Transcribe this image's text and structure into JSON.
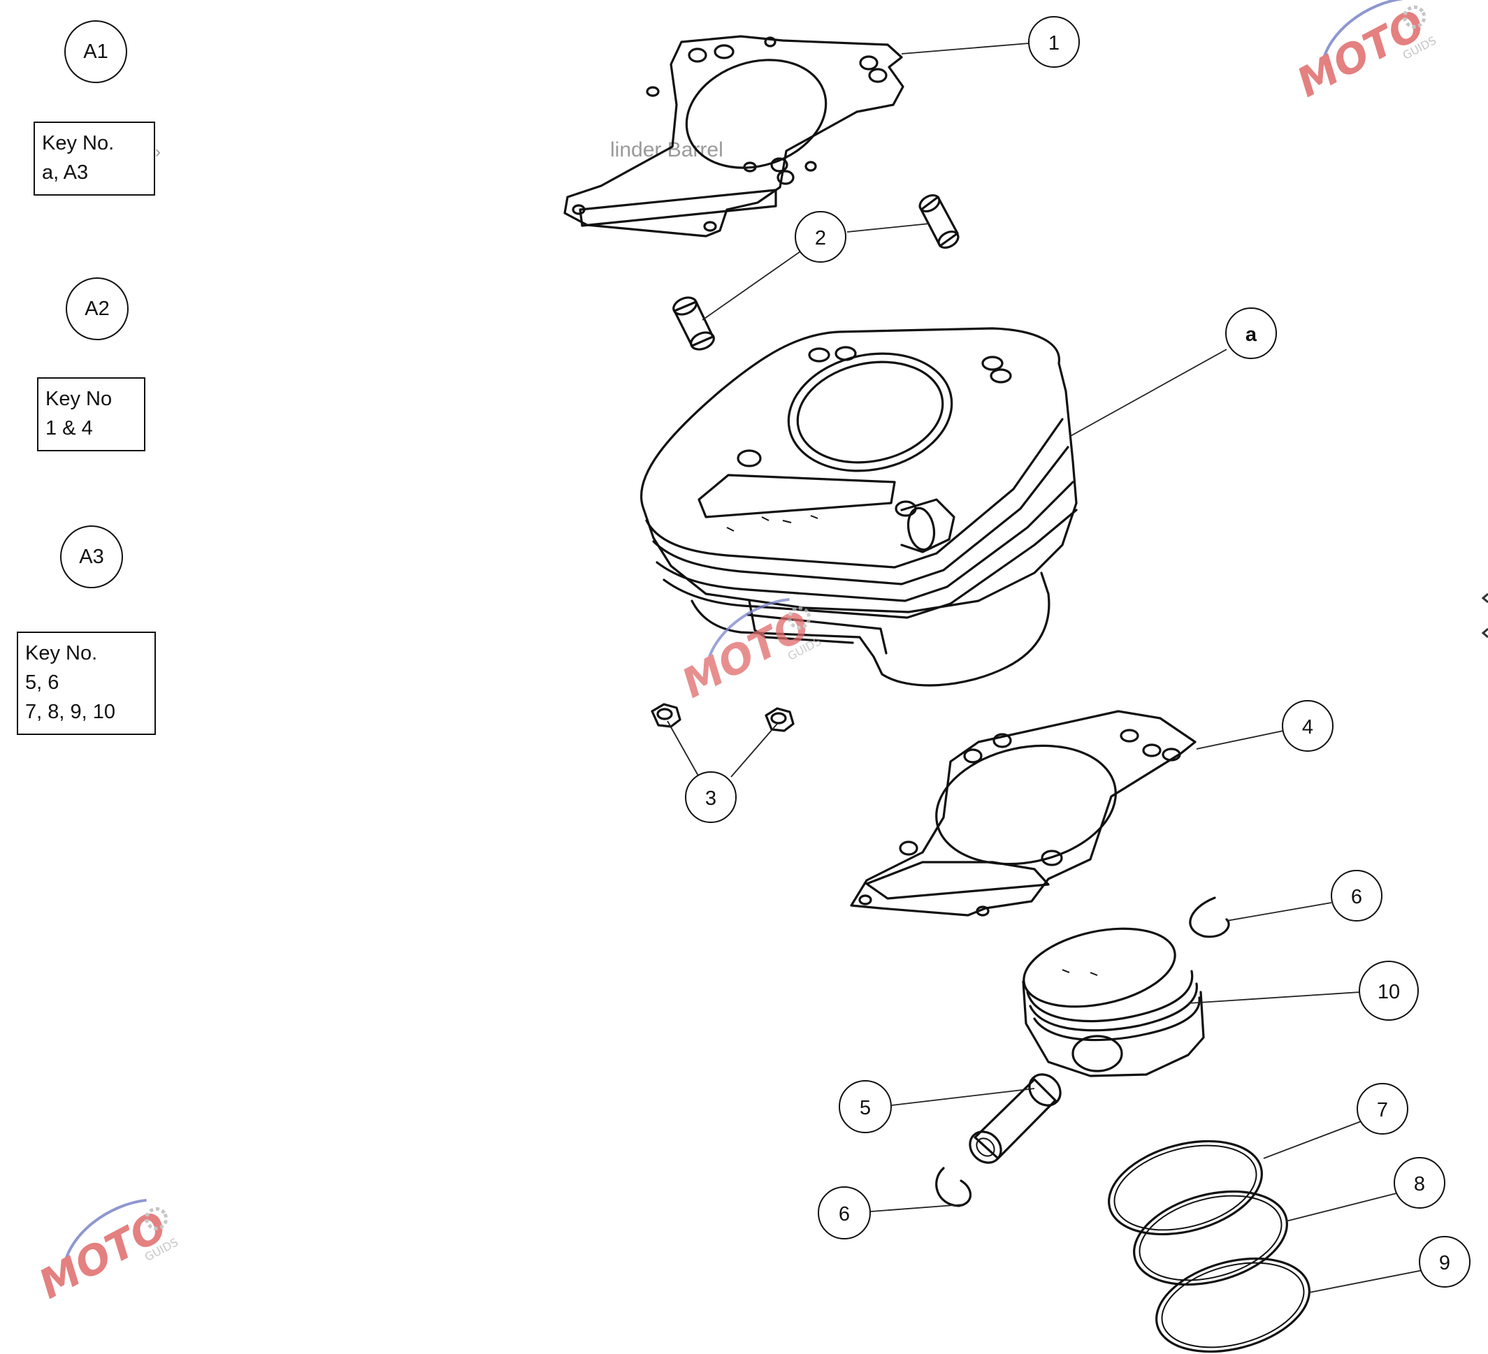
{
  "groups": [
    {
      "badge": "A1",
      "key_lines": [
        "Key No.",
        "a, A3"
      ]
    },
    {
      "badge": "A2",
      "key_lines": [
        "Key No",
        "1 & 4"
      ]
    },
    {
      "badge": "A3",
      "key_lines": [
        "Key No.",
        "5, 6",
        "7, 8, 9, 10"
      ]
    }
  ],
  "ghost_label": "linder Barrel",
  "callouts": [
    "1",
    "2",
    "a",
    "3",
    "4",
    "6",
    "10",
    "5",
    "6",
    "7",
    "8",
    "9"
  ],
  "watermark": {
    "brand": "MOTO",
    "sub": "GUIDS",
    "colors": {
      "red": "#e06a6a",
      "blue": "#7b86c9",
      "gray": "#bdbdbd"
    }
  },
  "icons": [
    "gasket-icon",
    "dowel-pin-icon",
    "cylinder-barrel-icon",
    "nut-icon",
    "piston-icon",
    "piston-pin-icon",
    "circlip-icon",
    "piston-ring-icon",
    "gear-icon"
  ]
}
